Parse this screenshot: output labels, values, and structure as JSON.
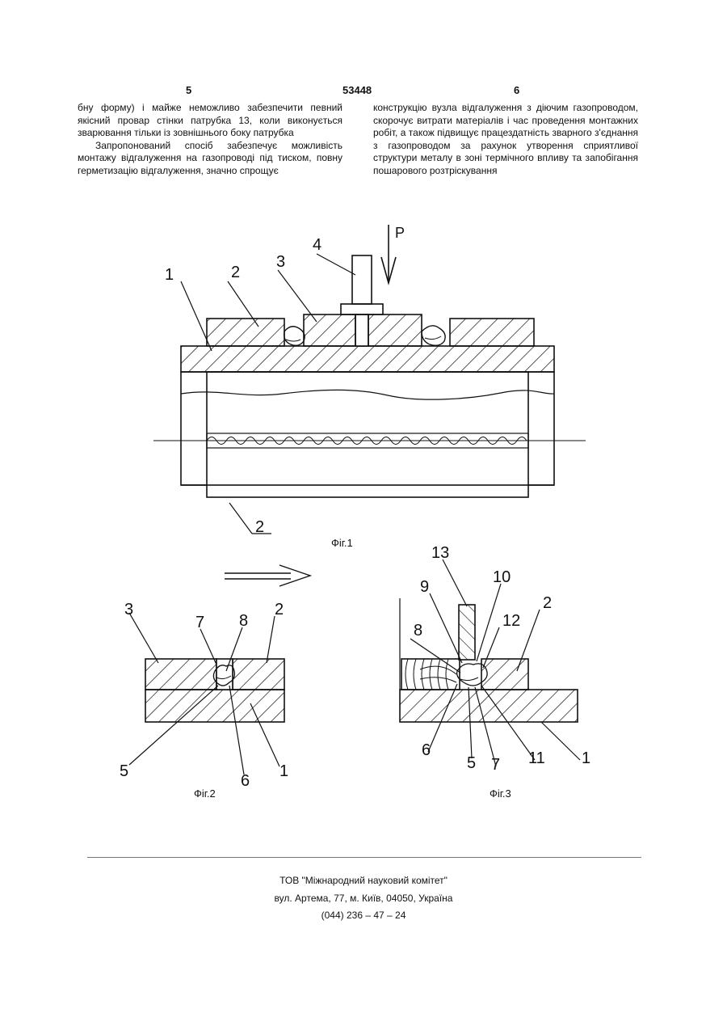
{
  "header": {
    "page_left": "5",
    "patent_number": "53448",
    "page_right": "6"
  },
  "body_text": {
    "left_paragraph_1": "бну форму) і майже неможливо забезпечити певний якісний провар стінки патрубка 13, коли виконується зварювання тільки із зовнішнього боку патрубка",
    "left_paragraph_2": "Запропонований спосіб забезпечує можливість монтажу відгалуження на газопроводі під тиском, повну герметизацію відгалуження, значно спрощує",
    "right_paragraph": "конструкцію вузла відгалуження з діючим газопроводом, скорочує витрати матеріалів і час проведення монтажних робіт, а також підвищує працездатність зварного з'єднання з газопроводом за рахунок утворення сприятливої структури металу в зоні термічного впливу та запобігання пошарового розтріскування"
  },
  "figure1": {
    "caption": "Фіг.1",
    "labels": {
      "l1": "1",
      "l2": "2",
      "l3": "3",
      "l4": "4",
      "p": "P",
      "l2_bottom": "2"
    }
  },
  "figure2": {
    "caption": "Фіг.2",
    "labels": {
      "l3": "3",
      "l7": "7",
      "l8": "8",
      "l2": "2",
      "l5": "5",
      "l6": "6",
      "l1": "1"
    }
  },
  "figure3": {
    "caption": "Фіг.3",
    "labels": {
      "l13": "13",
      "l9": "9",
      "l10": "10",
      "l2": "2",
      "l8": "8",
      "l12": "12",
      "l6": "6",
      "l5": "5",
      "l7": "7",
      "l11": "11",
      "l1": "1"
    }
  },
  "footer": {
    "line1": "ТОВ \"Міжнародний науковий комітет\"",
    "line2": "вул. Артема, 77, м. Київ, 04050, Україна",
    "line3": "(044) 236 – 47 – 24"
  }
}
